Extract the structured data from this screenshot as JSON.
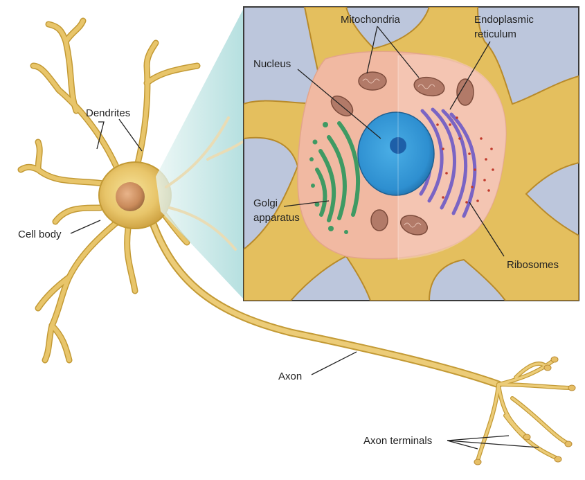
{
  "labels": {
    "dendrites": "Dendrites",
    "cell_body": "Cell body",
    "axon": "Axon",
    "axon_terminals": "Axon terminals",
    "mitochondria": "Mitochondria",
    "endoplasmic_1": "Endoplasmic",
    "endoplasmic_2": "reticulum",
    "nucleus": "Nucleus",
    "golgi_1": "Golgi",
    "golgi_2": "apparatus",
    "ribosomes": "Ribosomes"
  },
  "colors": {
    "neuron_fill": "#e8c56a",
    "neuron_outline": "#c39a35",
    "soma_center": "#f3dc86",
    "nucleus_outer": "#c98a5a",
    "inset_background": "#bcc6dc",
    "cytoplasm": "#f1b9a2",
    "nucleus_blue": "#2e8fd0",
    "nucleolus": "#1d5fa8",
    "golgi_green": "#3f9a63",
    "er_purple": "#7a64c4",
    "mitochondria": "#b27a68",
    "ribosome_red": "#c0392b",
    "zoom_cone": "#9fd6d6"
  }
}
